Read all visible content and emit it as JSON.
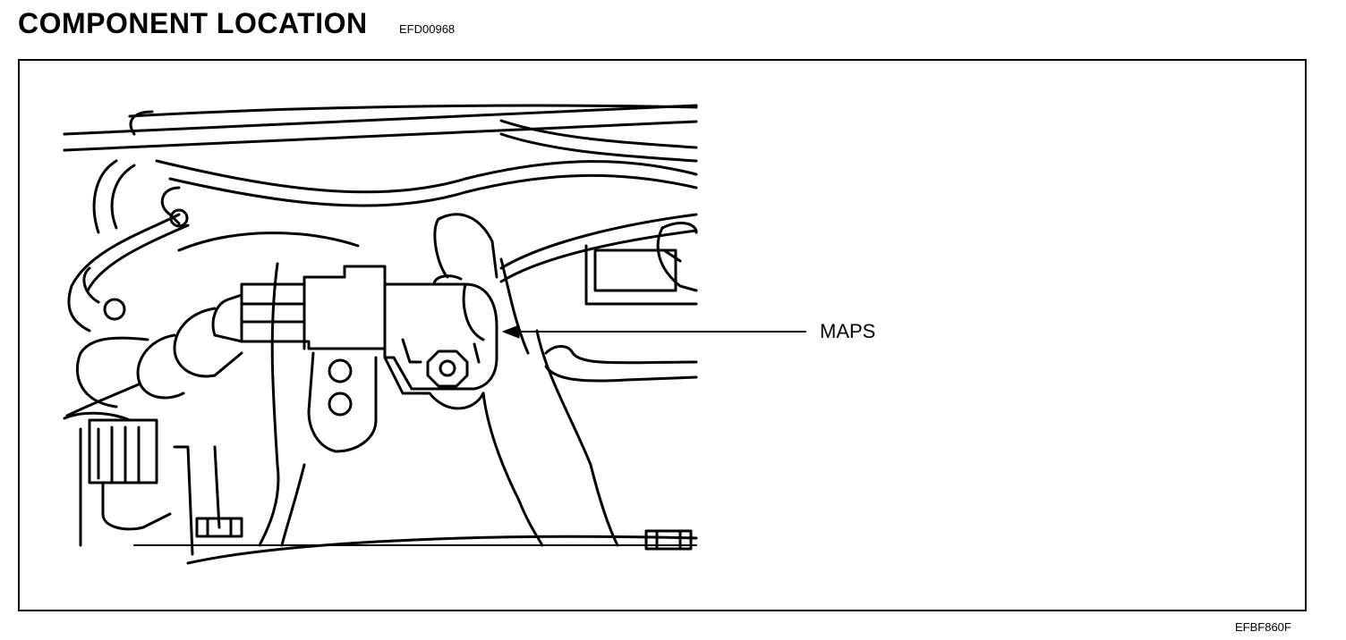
{
  "header": {
    "title": "COMPONENT LOCATION",
    "doc_code": "EFD00968"
  },
  "diagram": {
    "callout_label": "MAPS",
    "figure_code": "EFBF860F"
  }
}
